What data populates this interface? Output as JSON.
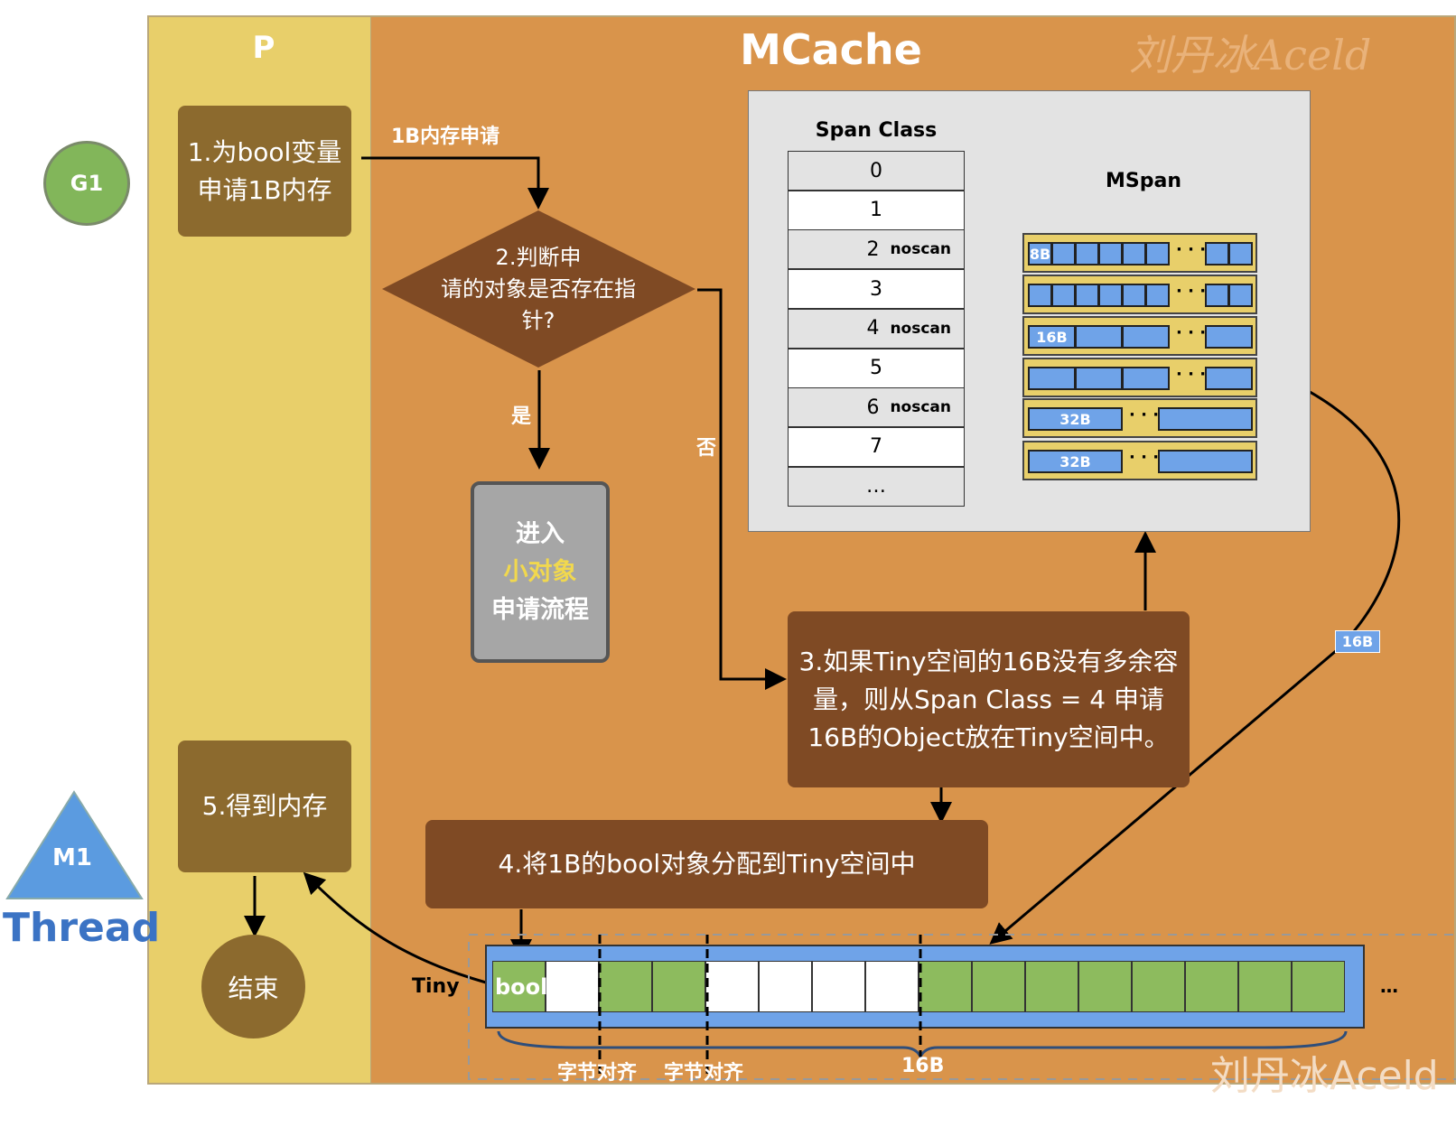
{
  "p_title": "P",
  "mcache_title": "MCache",
  "watermark": "刘丹冰Aceld",
  "g1": "G1",
  "m1": "M1",
  "thread": "Thread",
  "steps": {
    "step1": [
      "1.为bool变量",
      "申请1B内存"
    ],
    "request_label": "1B内存申请",
    "step2": [
      "2.判断申",
      "请的对象是否存在指",
      "针?"
    ],
    "yes": "是",
    "no": "否",
    "small_object": [
      "进入",
      "小对象",
      "申请流程"
    ],
    "step3": [
      "3.如果Tiny空间的16B没有多余容",
      "量，则从Span Class = 4 申请",
      "16B的Object放在Tiny空间中。"
    ],
    "step4": "4.将1B的bool对象分配到Tiny空间中",
    "step5": "5.得到内存",
    "end": "结束"
  },
  "span_class": {
    "title": "Span Class",
    "rows": [
      {
        "id": "0",
        "tag": ""
      },
      {
        "id": "1",
        "tag": ""
      },
      {
        "id": "2",
        "tag": "noscan"
      },
      {
        "id": "3",
        "tag": ""
      },
      {
        "id": "4",
        "tag": "noscan"
      },
      {
        "id": "5",
        "tag": ""
      },
      {
        "id": "6",
        "tag": "noscan"
      },
      {
        "id": "7",
        "tag": ""
      },
      {
        "id": "…",
        "tag": ""
      }
    ]
  },
  "mspan": {
    "title": "MSpan",
    "labels": [
      "8B",
      "16B",
      "32B",
      "32B"
    ],
    "dots": "· · ·"
  },
  "tiny": {
    "label": "Tiny",
    "bool": "bool",
    "align1": "字节对齐",
    "align2": "字节对齐",
    "size": "16B",
    "more": "…",
    "link_tag": "16B",
    "cells": [
      "green",
      "white",
      "green",
      "green",
      "white",
      "white",
      "white",
      "white",
      "green",
      "green",
      "green",
      "green",
      "green",
      "green",
      "green",
      "green"
    ]
  },
  "colors": {
    "p": "#e8cf6a",
    "mcache": "#d9944b",
    "brown": "#7f4a24",
    "olive": "#8c6a2e",
    "blue": "#6fa3e8",
    "green": "#8dbb5e",
    "g1": "#82b65a"
  }
}
